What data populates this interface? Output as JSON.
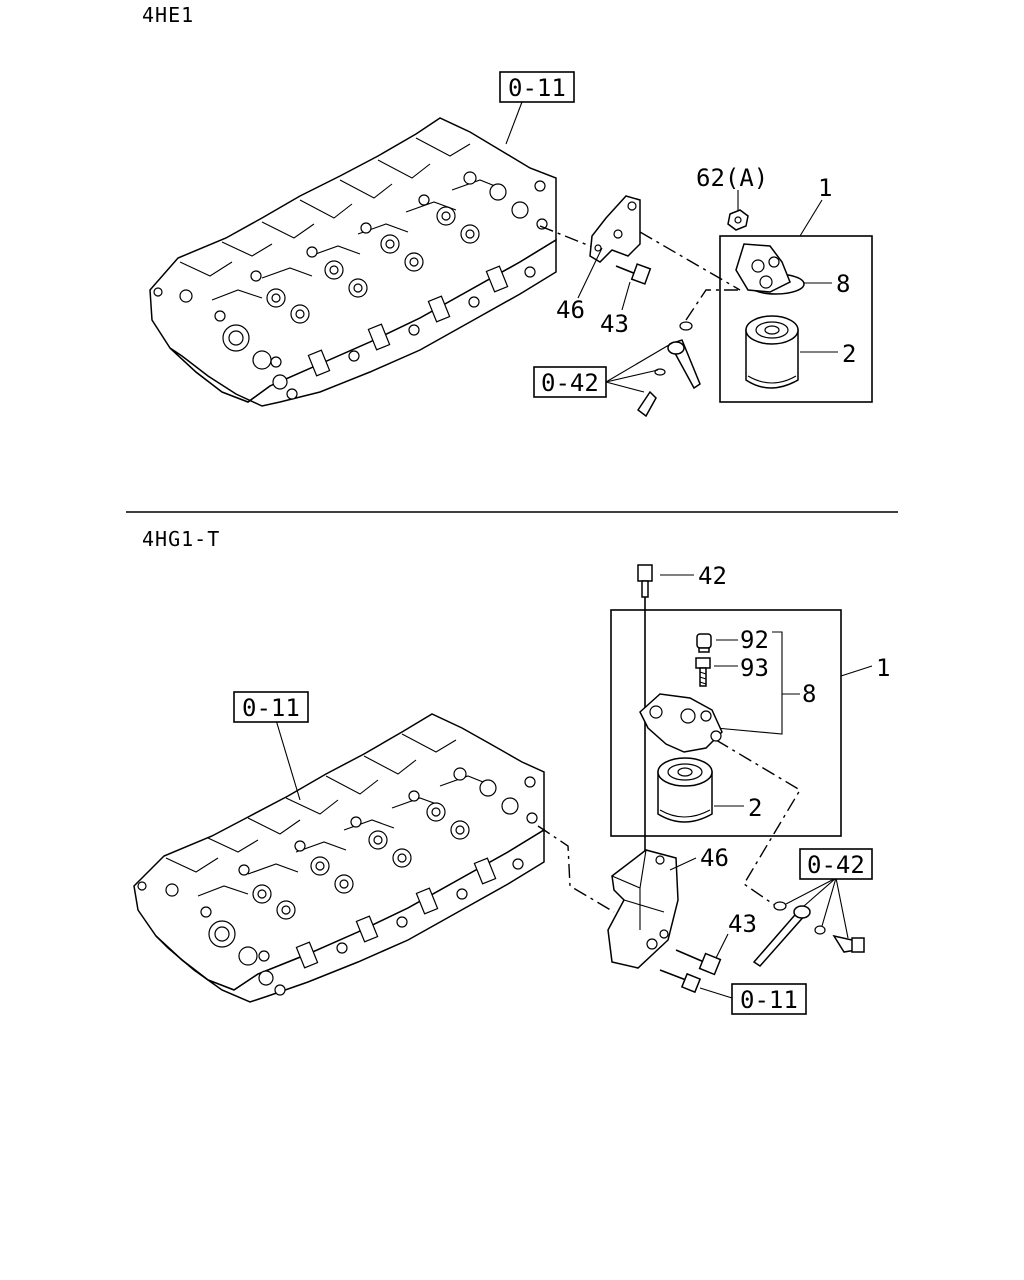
{
  "sections": [
    {
      "title": "4HE1",
      "refs": {
        "head": "0-11",
        "fittings": "0-42"
      },
      "parts": {
        "nut": "62(A)",
        "assembly": "1",
        "cover": "8",
        "cartridge": "2",
        "bracket": "46",
        "bolt": "43"
      }
    },
    {
      "title": "4HG1-T",
      "refs": {
        "head": "0-11",
        "fittings": "0-42",
        "bolt": "0-11"
      },
      "parts": {
        "bolt_top": "42",
        "cap": "92",
        "plug": "93",
        "cover": "8",
        "assembly": "1",
        "cartridge": "2",
        "bracket": "46",
        "bolt": "43"
      }
    }
  ]
}
